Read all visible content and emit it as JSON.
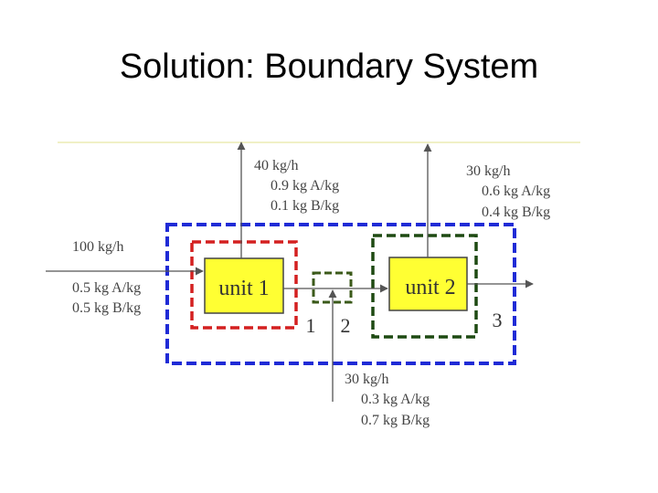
{
  "slide": {
    "title": "Solution: Boundary System"
  },
  "units": [
    {
      "label": "unit 1"
    },
    {
      "label": "unit 2"
    }
  ],
  "boundary_numbers": [
    "1",
    "2",
    "3"
  ],
  "streams": {
    "feed": {
      "rate": "100 kg/h",
      "comp_a": "0.5 kg A/kg",
      "comp_b": "0.5 kg B/kg"
    },
    "top_unit1": {
      "rate": "40 kg/h",
      "comp_a": "0.9 kg A/kg",
      "comp_b": "0.1 kg B/kg"
    },
    "top_unit2": {
      "rate": "30 kg/h",
      "comp_a": "0.6 kg A/kg",
      "comp_b": "0.4 kg B/kg"
    },
    "bottom_feed": {
      "rate": "30 kg/h",
      "comp_a": "0.3 kg A/kg",
      "comp_b": "0.7 kg B/kg"
    }
  },
  "colors": {
    "outer_boundary": "#1f2bd6",
    "unit1_boundary": "#d42020",
    "mixer_boundary": "#3b5a1a",
    "unit2_boundary": "#1e4a12",
    "unit_fill": "#ffff33",
    "header_line": "#ecebb4",
    "stream_line": "#555555"
  }
}
